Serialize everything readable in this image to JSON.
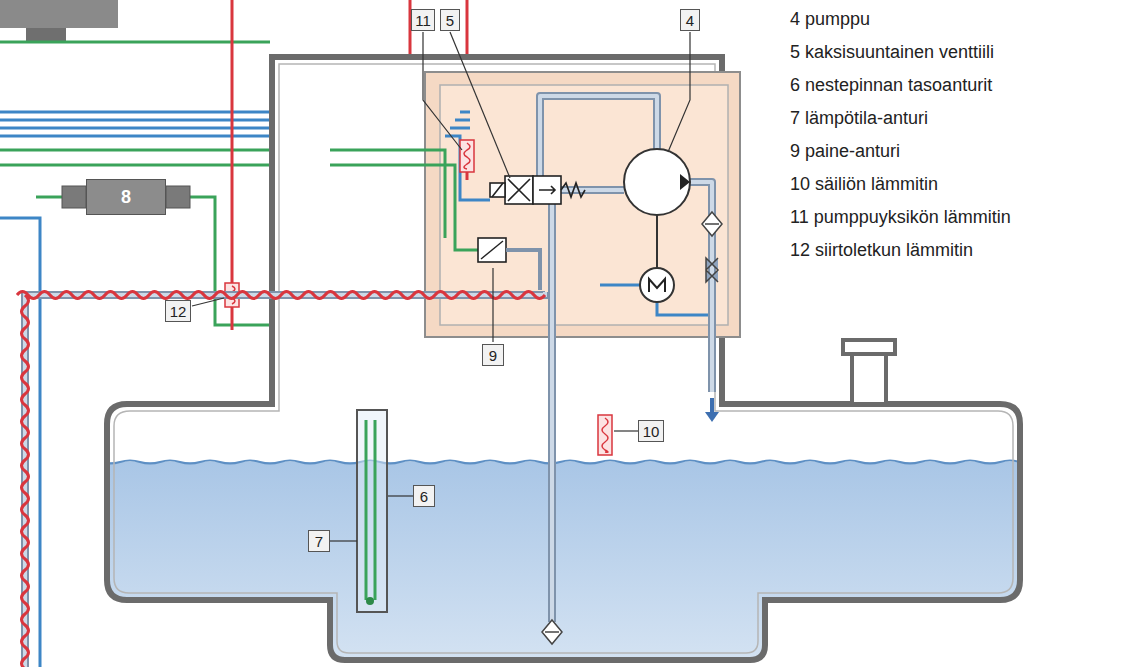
{
  "diagram": {
    "nodes": [
      {
        "text": [
          "11"
        ]
      },
      {
        "text": [
          "5"
        ]
      },
      {
        "text": [
          "4"
        ]
      },
      {
        "text": [
          "8"
        ]
      },
      {
        "text": [
          "12"
        ]
      },
      {
        "text": [
          "9"
        ]
      },
      {
        "text": [
          "7"
        ]
      },
      {
        "text": [
          "6"
        ]
      },
      {
        "text": [
          "10"
        ]
      }
    ],
    "labels": [
      "4 pumppu",
      "5 kaksisuuntainen venttiili",
      "6 nestepinnan tasoanturit",
      "7 lämpötila-anturi",
      "9 paine-anturi",
      "10 säiliön lämmitin",
      "11 pumppuyksikön lämmitin",
      "12 siirtoletkun lämmitin"
    ]
  }
}
